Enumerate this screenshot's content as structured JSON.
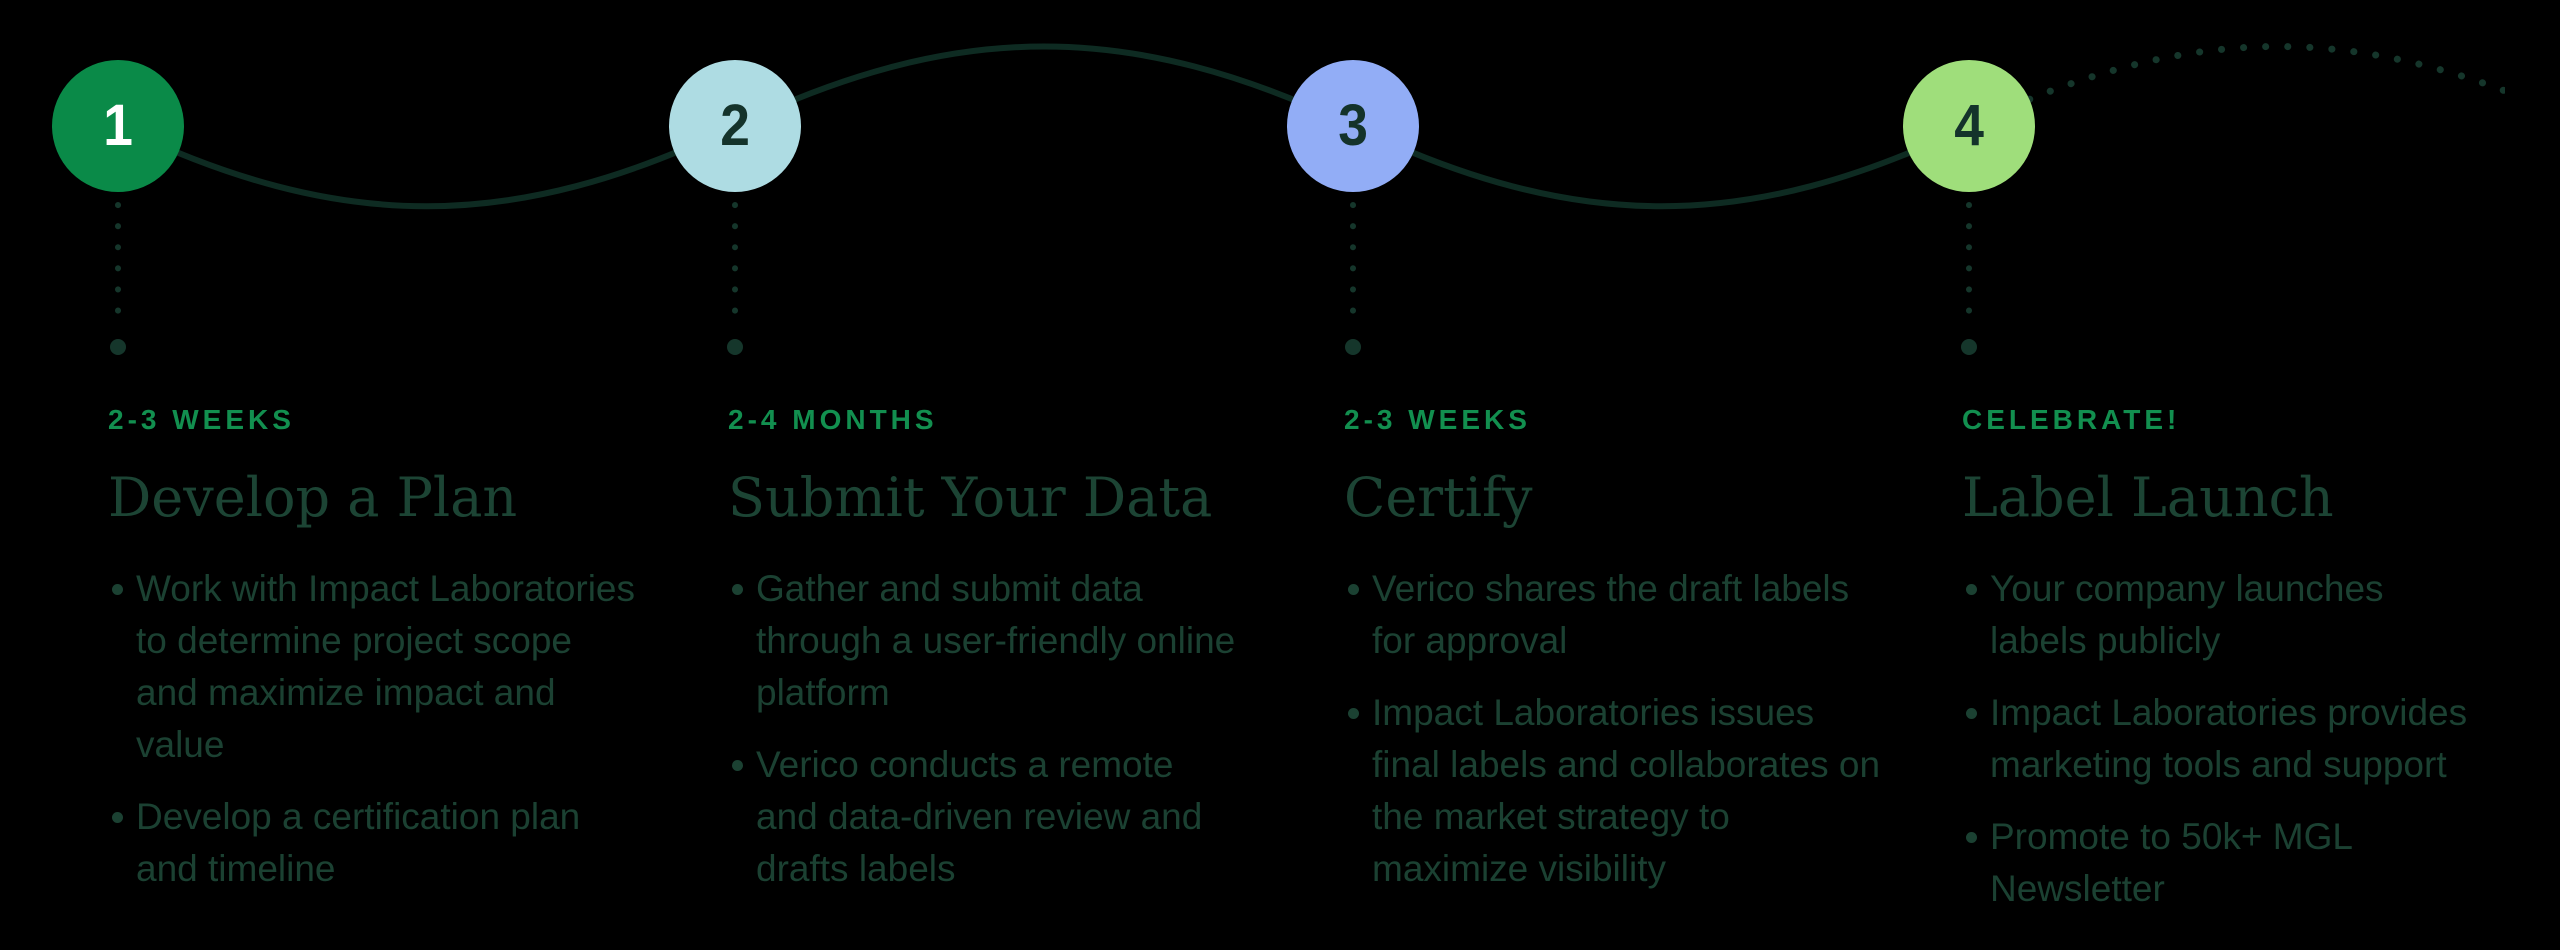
{
  "background": "#000000",
  "connector": {
    "solid_line_color": "#0E2B22",
    "dotted_color": "#15362B"
  },
  "colors": {
    "kicker_green": "#128F4F",
    "title_text": "#1C4434",
    "body_text": "#1B4132"
  },
  "steps": [
    {
      "number": "1",
      "circle_color": "#0A8A48",
      "number_color": "#FFFFFF",
      "kicker": "2-3 WEEKS",
      "title": "Develop a Plan",
      "bullets": [
        "Work with Impact Laboratories\nto determine project scope\nand maximize impact and\nvalue",
        "Develop a certification plan\nand timeline"
      ]
    },
    {
      "number": "2",
      "circle_color": "#AEDCE3",
      "number_color": "#14332B",
      "kicker": "2-4 MONTHS",
      "title": "Submit Your Data",
      "bullets": [
        "Gather and submit data\nthrough a user-friendly online\nplatform",
        "Verico conducts a remote\nand data-driven review and\ndrafts labels"
      ]
    },
    {
      "number": "3",
      "circle_color": "#92ADF6",
      "number_color": "#14332B",
      "kicker": "2-3 WEEKS",
      "title": "Certify",
      "bullets": [
        "Verico shares the draft labels\nfor approval",
        "Impact Laboratories issues\nfinal labels and collaborates on\nthe market strategy to\nmaximize visibility"
      ]
    },
    {
      "number": "4",
      "circle_color": "#9FDE7B",
      "number_color": "#14332B",
      "kicker": "CELEBRATE!",
      "title": "Label Launch",
      "bullets": [
        "Your company launches\nlabels publicly",
        "Impact Laboratories provides\nmarketing tools and support",
        "Promote to 50k+ MGL\nNewsletter"
      ]
    }
  ]
}
